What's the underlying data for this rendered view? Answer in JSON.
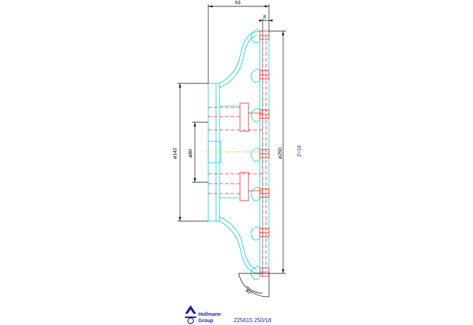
{
  "drawing": {
    "dimensions": {
      "overall_width": "63",
      "tooth_width": "8",
      "bore_diameter": "ø142",
      "hub_diameter": "ø80",
      "outer_diameter": "ø250"
    },
    "teeth_count": "Z=18",
    "angle": "40°",
    "part_number": "225615 250/18",
    "logo": {
      "line1": "Hollmann",
      "line2": "Group"
    },
    "colors": {
      "outline": "#00c8d8",
      "hidden": "#e0201c",
      "dimension": "#000000",
      "annotation": "#1a1aa8",
      "centerline": "#e0c400"
    }
  }
}
